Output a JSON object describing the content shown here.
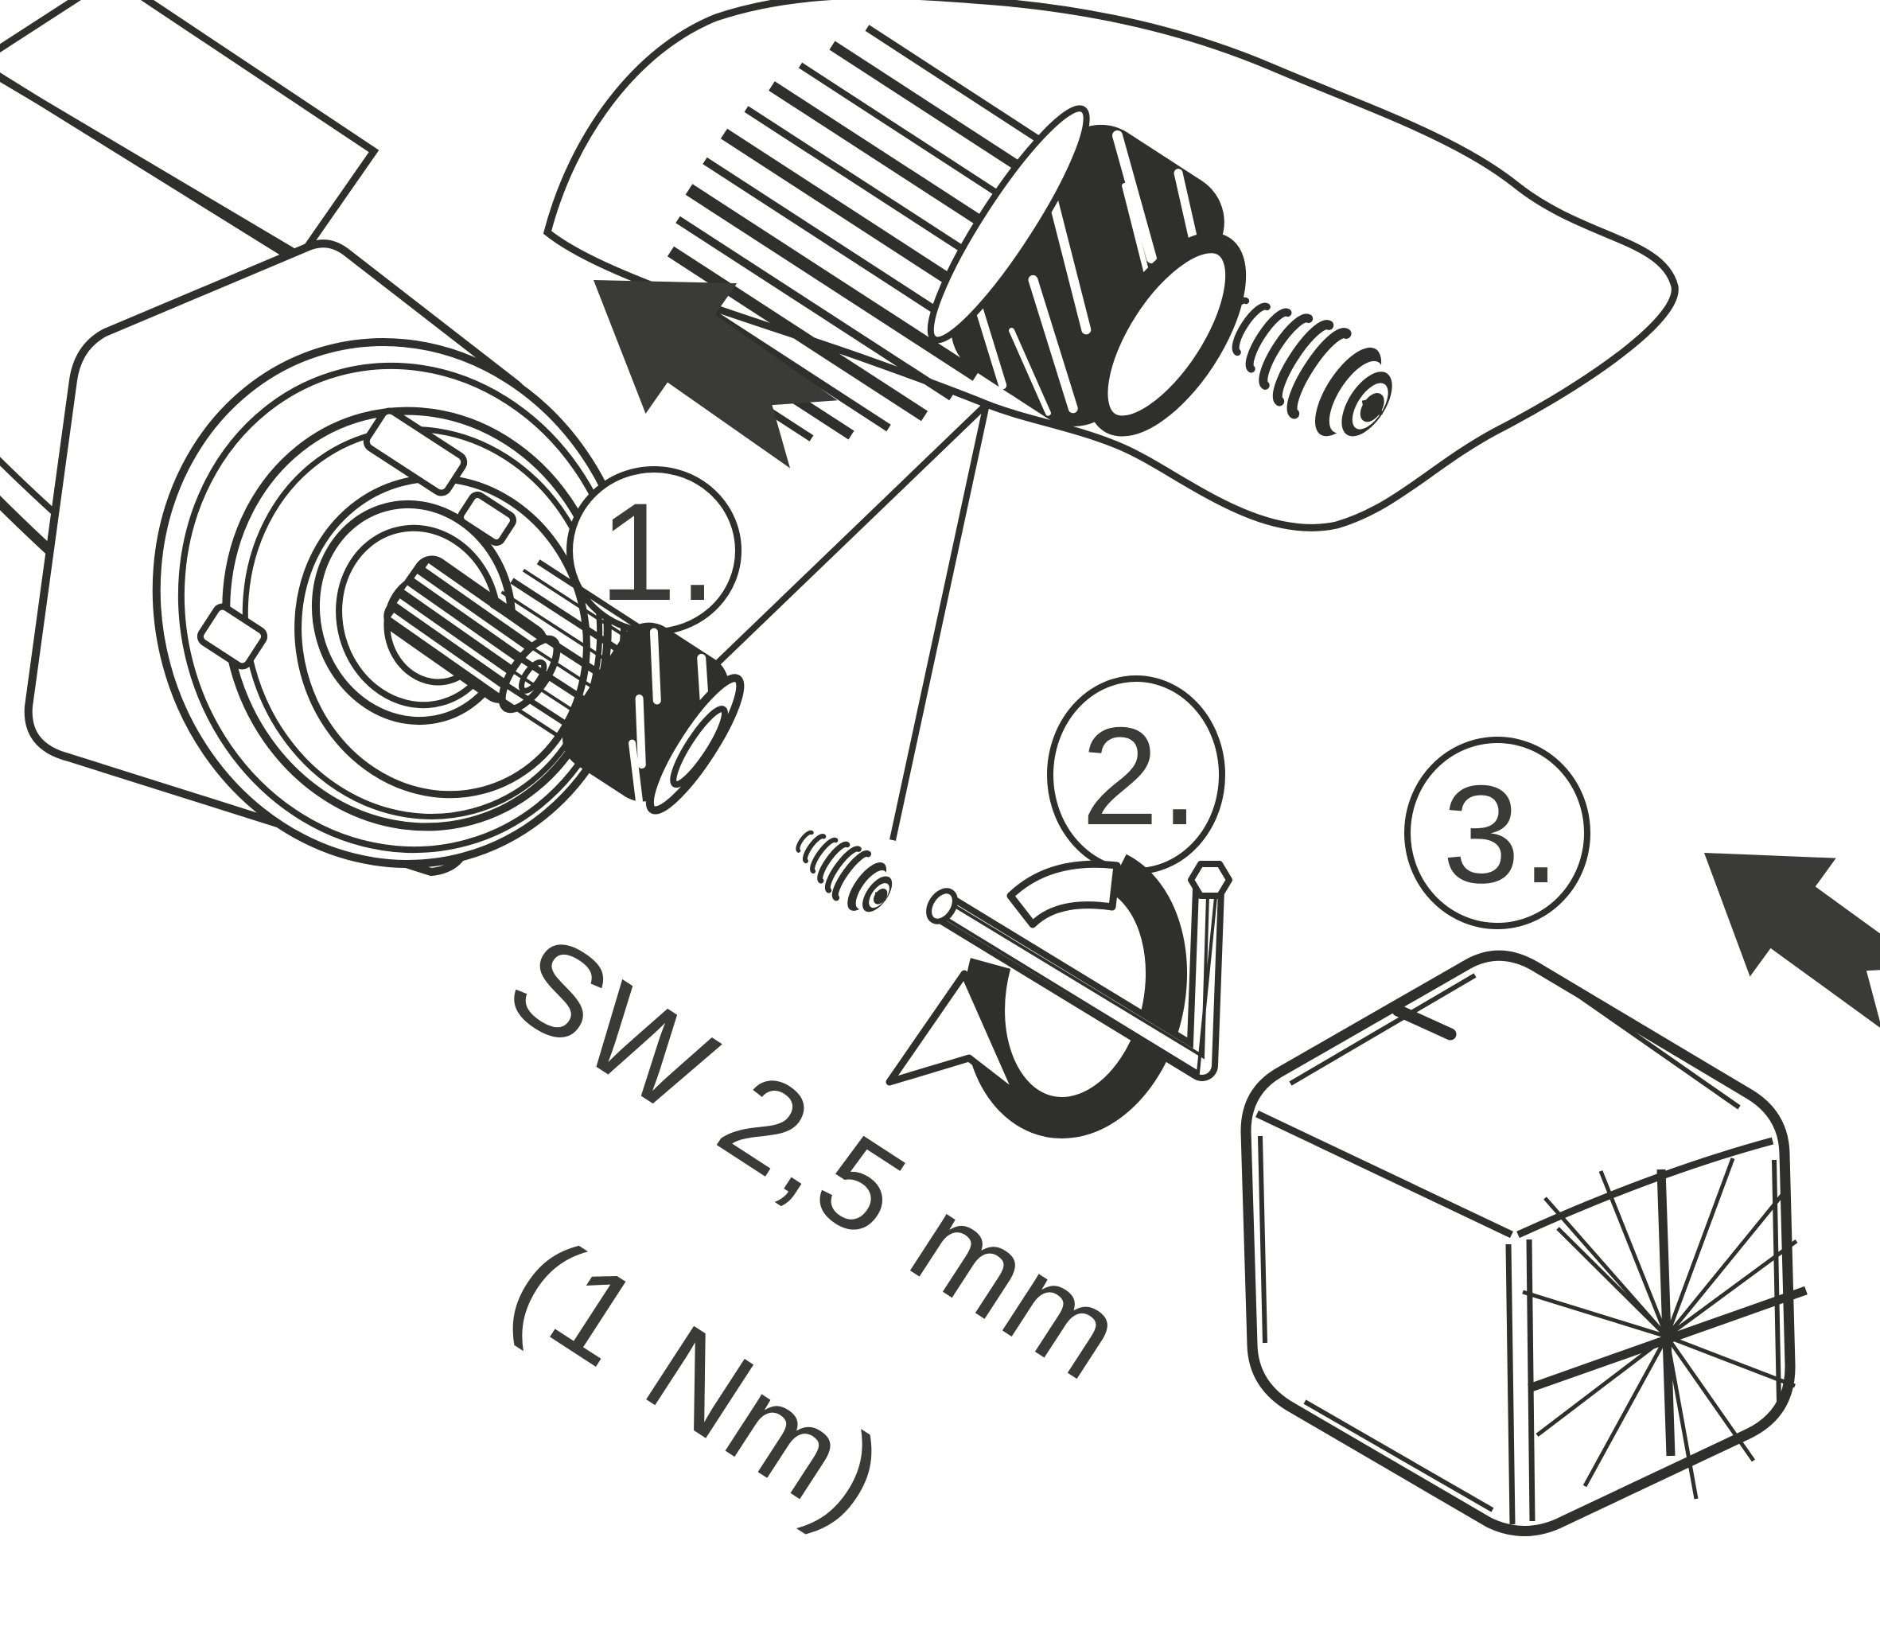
{
  "diagram": {
    "type": "installation-instruction",
    "background_color": "#ffffff",
    "ink_color": "#2f2f2e",
    "text_color": "#3a3a39",
    "steps": [
      {
        "label": "1."
      },
      {
        "label": "2."
      },
      {
        "label": "3."
      }
    ],
    "torque_note": {
      "line1": "SW 2,5 mm",
      "line2": "(1 Nm)"
    }
  }
}
